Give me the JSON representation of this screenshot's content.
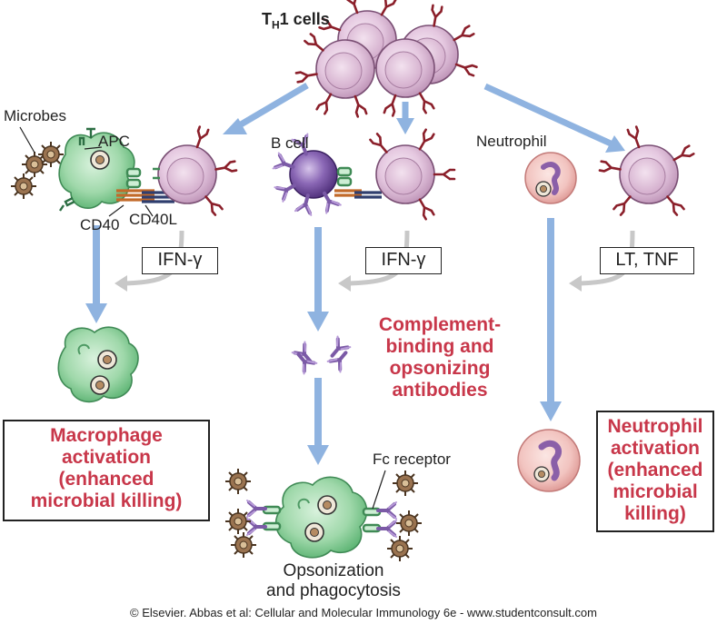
{
  "title": {
    "main": "T",
    "sub": "H",
    "rest": "1 cells"
  },
  "labels": {
    "microbes": "Microbes",
    "apc": "APC",
    "cd40": "CD40",
    "cd40l": "CD40L",
    "b_cell": "B cell",
    "neutrophil": "Neutrophil",
    "fc_receptor": "Fc receptor",
    "opsonization": [
      "Opsonization",
      "and phagocytosis"
    ]
  },
  "cytokines": {
    "left": "IFN-γ",
    "middle": "IFN-γ",
    "right": "LT, TNF"
  },
  "outcomes": {
    "macrophage": [
      "Macrophage",
      "activation",
      "(enhanced",
      "microbial killing)"
    ],
    "antibodies": [
      "Complement-",
      "binding and",
      "opsonizing",
      "antibodies"
    ],
    "neutrophil": [
      "Neutrophil",
      "activation",
      "(enhanced",
      "microbial",
      "killing)"
    ]
  },
  "copyright": "© Elsevier. Abbas et al: Cellular and Molecular Immunology 6e - www.studentconsult.com",
  "colors": {
    "arrow_blue": "#8fb3e0",
    "arrow_gray": "#c8c8c8",
    "outcome_red": "#c8374a",
    "t_cell": "#e8cfe4",
    "receptor_red": "#8b1f2a",
    "macrophage_green": "#7fc990",
    "b_cell_purple": "#6f4b9a",
    "antibody_purple": "#7b5aa6",
    "microbe_brown": "#8a6646",
    "neutrophil_pink": "#f2c6c4"
  }
}
